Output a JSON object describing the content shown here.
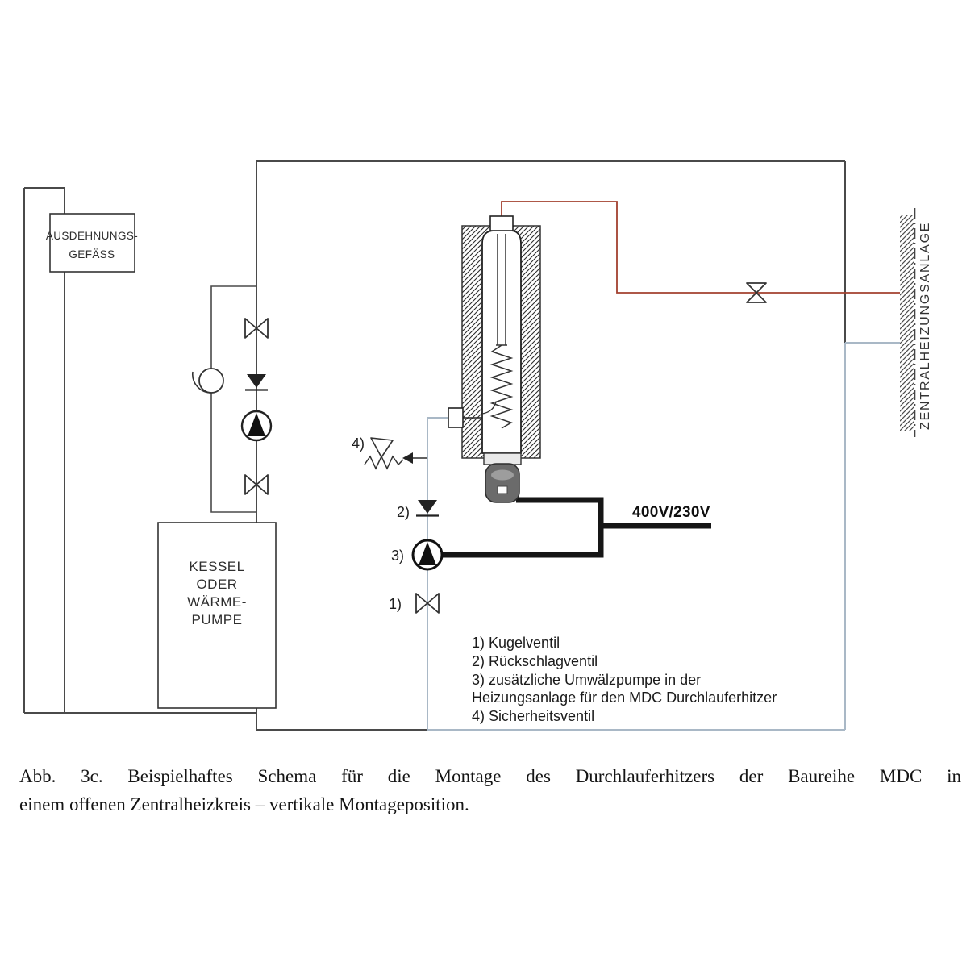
{
  "diagram": {
    "expansion_vessel": {
      "line1": "AUSDEHNUNGS-",
      "line2": "GEFÄSS"
    },
    "boiler": {
      "line1": "KESSEL",
      "line2": "ODER",
      "line3": "WÄRME-",
      "line4": "PUMPE"
    },
    "central_heating_label": "ZENTRALHEIZUNGSANLAGE",
    "voltage_label": "400V/230V",
    "callouts": {
      "c1": "1)",
      "c2": "2)",
      "c3": "3)",
      "c4": "4)"
    },
    "legend": {
      "line1": "1) Kugelventil",
      "line2": "2) Rückschlagventil",
      "line3": "3) zusätzliche Umwälzpumpe in der",
      "line4": "Heizungsanlage für den MDC Durchlauferhitzer",
      "line5": "4) Sicherheitsventil"
    }
  },
  "caption": {
    "line1": "Abb. 3c. Beispielhaftes Schema für die Montage des Durchlauferhitzers der Baureihe MDC in",
    "line2": "einem offenen Zentralheizkreis – vertikale Montageposition."
  },
  "colors": {
    "pipe": "#4a4a4a",
    "pipe_return": "#a9b8c6",
    "pipe_supply_red": "#a2402f",
    "cable": "#161616"
  }
}
